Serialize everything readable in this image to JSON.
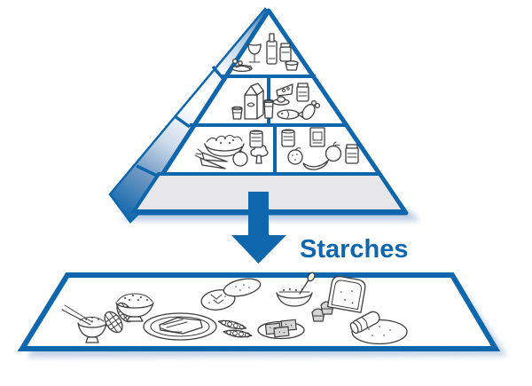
{
  "title": "Food pyramid diagram with starches group pulled out",
  "colors": {
    "primary_blue": "#0e67ad",
    "band_grey": "#e7e7e9",
    "shadow_blue": "#8aa5cf",
    "background": "#ffffff",
    "line_art": "#3d3d3d"
  },
  "label": {
    "text": "Starches"
  },
  "arrow": {
    "name": "down-arrow",
    "direction": "down"
  },
  "pyramid": {
    "sections": [
      {
        "name": "fats-oils-sweets",
        "position": "top",
        "icons": [
          "wine-glass-icon",
          "oil-bottle-icon",
          "jar-icon",
          "tub-icon",
          "sardine-plate-icon"
        ]
      },
      {
        "name": "dairy",
        "position": "middle-left",
        "icons": [
          "milk-carton-icon",
          "drinking-glass-icon",
          "yogurt-cup-icon"
        ]
      },
      {
        "name": "meat-fish-protein",
        "position": "middle-right",
        "icons": [
          "cheese-wedge-icon",
          "egg-plate-icon",
          "fish-icon",
          "drumstick-icon",
          "peanut-butter-jar-icon"
        ]
      },
      {
        "name": "vegetables",
        "position": "lower-left",
        "icons": [
          "salad-bowl-icon",
          "carrots-icon",
          "tomato-icon",
          "broccoli-icon",
          "vegetable-can-icon"
        ]
      },
      {
        "name": "fruits",
        "position": "lower-right",
        "icons": [
          "fruit-can-icon",
          "juice-box-icon",
          "orange-icon",
          "banana-icon",
          "apple-icon",
          "jam-jar-icon"
        ]
      },
      {
        "name": "starches-band",
        "position": "base",
        "highlighted": true,
        "icons": []
      }
    ]
  },
  "starches_row": {
    "name": "starches",
    "icons": [
      "rice-bowl-icon",
      "corn-icon",
      "grain-bowl-icon",
      "casserole-plate-icon",
      "baked-potato-icon",
      "sweet-potato-icon",
      "pea-pods-icon",
      "cereal-bowl-icon",
      "crackers-plate-icon",
      "muffins-icon",
      "bread-slice-icon",
      "tortilla-icon"
    ]
  }
}
